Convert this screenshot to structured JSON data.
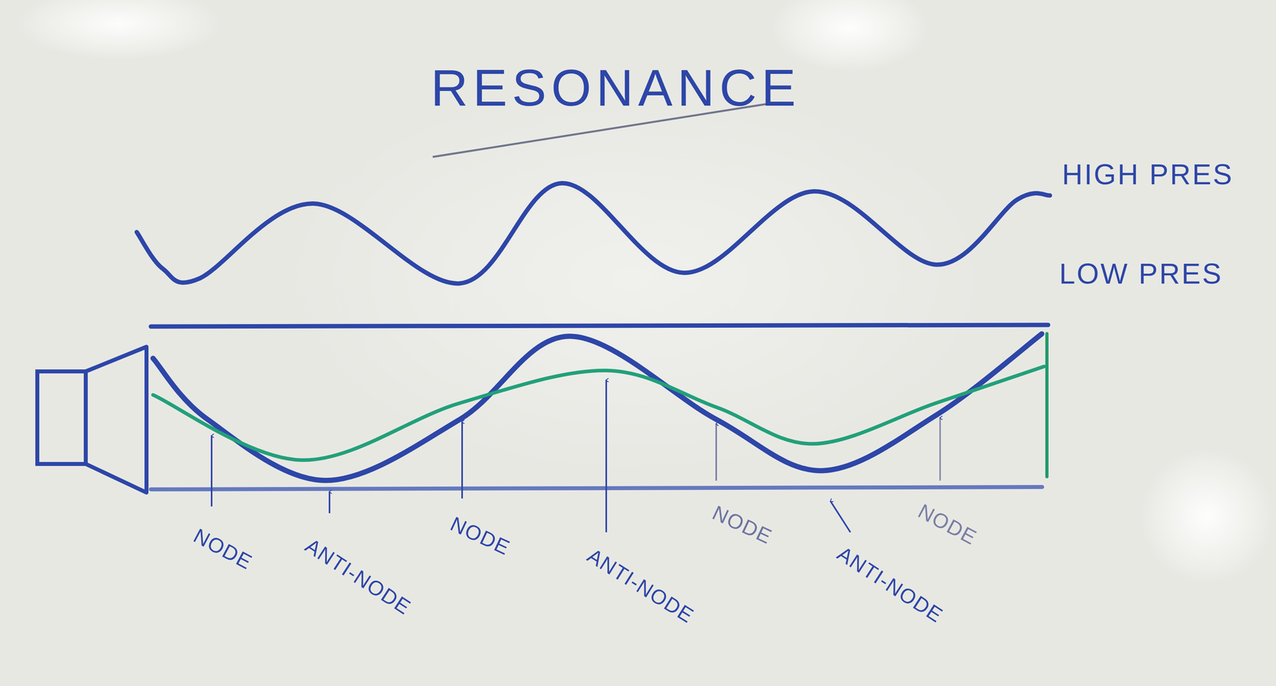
{
  "diagram": {
    "title": "RESONANCE",
    "labels": [
      "HIGH PRES",
      "LOW PRES",
      "NODE",
      "ANTI-NODE",
      "NODE",
      "ANTI-NODE",
      "NODE",
      "ANTI-NODE",
      "NODE"
    ]
  }
}
